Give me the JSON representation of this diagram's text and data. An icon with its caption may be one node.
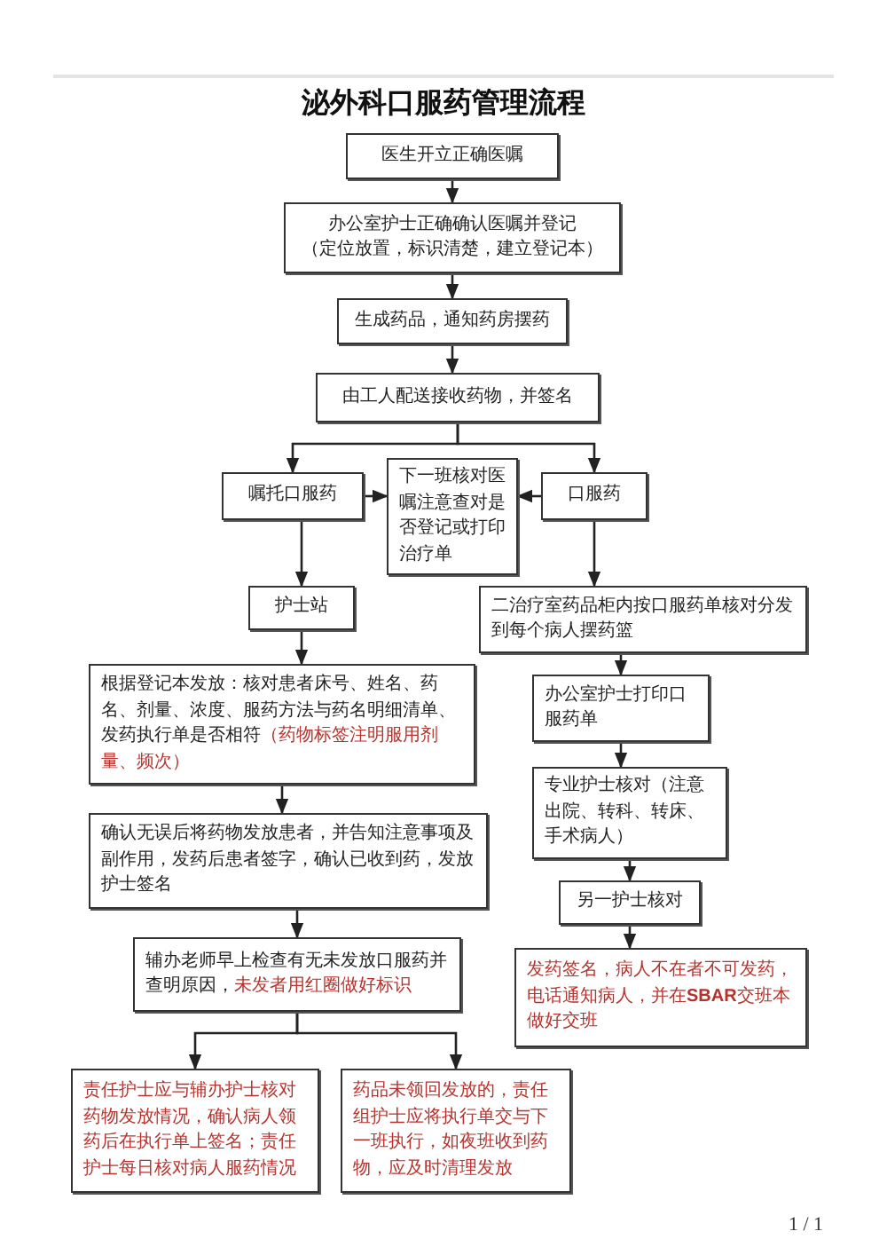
{
  "diagram": {
    "title": "泌外科口服药管理流程",
    "nodes": [
      {
        "text": [
          "医生开立正确医嘱"
        ]
      },
      {
        "text": [
          "办公室护士正确确认医嘱并登记",
          "（定位放置，标识清楚，建立登记本）"
        ]
      },
      {
        "text": [
          "生成药品，通知药房摆药"
        ]
      },
      {
        "text": [
          "由工人配送接收药物，并签名"
        ]
      },
      {
        "text": [
          "嘱托口服药"
        ]
      },
      {
        "text": [
          "下一班核对医嘱注意查对是否登记或打印治疗单"
        ]
      },
      {
        "text": [
          "口服药"
        ]
      },
      {
        "text": [
          "护士站"
        ]
      },
      {
        "text": [
          "二治疗室药品柜内按口服药单核对分发到每个病人摆药篮"
        ]
      },
      {
        "text": [
          "根据登记本发放：核对患者床号、姓名、药名、剂量、浓度、服药方法与药名明细清单、发药执行单是否相符",
          "（药物标签注明服用剂量、频次）"
        ]
      },
      {
        "text": [
          "办公室护士打印口服药单"
        ]
      },
      {
        "text": [
          "确认无误后将药物发放患者，并告知注意事项及副作用，发药后患者签字，确认已收到药，发放护士签名"
        ]
      },
      {
        "text": [
          "专业护士核对（注意出院、转科、转床、手术病人）"
        ]
      },
      {
        "text": [
          "另一护士核对"
        ]
      },
      {
        "text": [
          "辅办老师早上检查有无未发放口服药并查明原因，",
          "未发者用红圈做好标识"
        ]
      },
      {
        "text": [
          "发药签名，病人不在者不可发药，电话通知病人，并在**SBAR**交班本做好交班"
        ]
      },
      {
        "text": [
          "责任护士应与辅办护士核对药物发放情况，确认病人领药后在执行单上签名；责任护士每日核对病人服药情况"
        ]
      },
      {
        "text": [
          "药品未领回发放的，责任组护士应将执行单交与下一班执行，如夜班收到药物，应及时清理发放"
        ]
      }
    ],
    "edges": [
      {
        "from": 0,
        "to": 1,
        "arrow": "to"
      },
      {
        "from": 1,
        "to": 2,
        "arrow": "to"
      },
      {
        "from": 2,
        "to": 3,
        "arrow": "to"
      },
      {
        "from": 3,
        "to": 4,
        "arrow": "to"
      },
      {
        "from": 3,
        "to": 6,
        "arrow": "to"
      },
      {
        "from": 4,
        "to": 5,
        "arrow": "to"
      },
      {
        "from": 6,
        "to": 5,
        "arrow": "to"
      },
      {
        "from": 4,
        "to": 7,
        "arrow": "to"
      },
      {
        "from": 6,
        "to": 8,
        "arrow": "to"
      },
      {
        "from": 7,
        "to": 9,
        "arrow": "to"
      },
      {
        "from": 8,
        "to": 10,
        "arrow": "to"
      },
      {
        "from": 9,
        "to": 11,
        "arrow": "to"
      },
      {
        "from": 10,
        "to": 12,
        "arrow": "to"
      },
      {
        "from": 11,
        "to": 14,
        "arrow": "to"
      },
      {
        "from": 12,
        "to": 13,
        "arrow": "to"
      },
      {
        "from": 13,
        "to": 15,
        "arrow": "to"
      },
      {
        "from": 14,
        "to": 16,
        "arrow": "to"
      },
      {
        "from": 14,
        "to": 17,
        "arrow": "to"
      }
    ],
    "labels": [
      "1 / 1"
    ]
  }
}
